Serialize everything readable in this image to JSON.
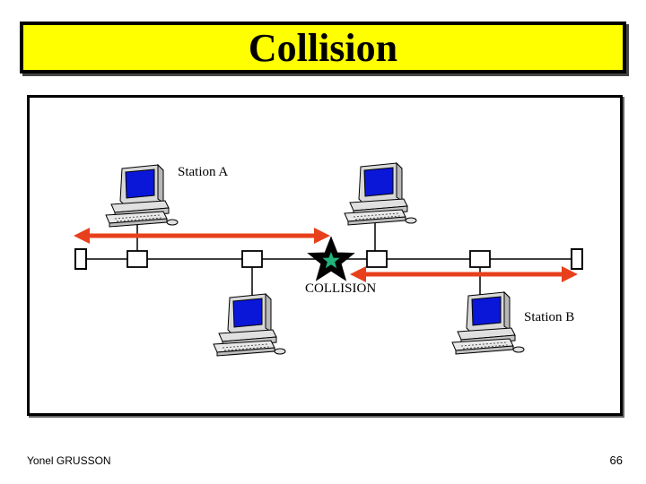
{
  "title": "Collision",
  "labels": {
    "station_a": "Station A",
    "station_b": "Station B",
    "collision": "COLLISION"
  },
  "footer": {
    "author": "Yonel GRUSSON",
    "page_number": "66"
  },
  "colors": {
    "title_background": "#ffff00",
    "signal_arrow": "#e8401c",
    "collision_star": "#22b27a",
    "screen": "#0a16d8"
  },
  "icons": [
    "computer-icon",
    "star-icon",
    "terminator-icon",
    "transceiver-icon"
  ]
}
